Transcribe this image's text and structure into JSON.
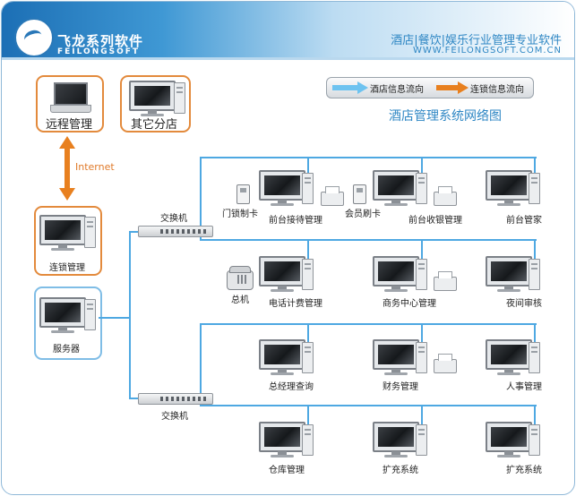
{
  "header": {
    "brand_cn": "飞龙系列软件",
    "brand_en": "FEILONGSOFT",
    "tagline": "酒店|餐饮|娱乐行业管理专业软件",
    "website": "WWW.FEILONGSOFT.COM.CN",
    "logo_icon": "dragon-logo-icon"
  },
  "legend": {
    "hotel_flow": "酒店信息流向",
    "chain_flow": "连锁信息流向",
    "hotel_flow_color": "#6ec3f0",
    "chain_flow_color": "#e8801f"
  },
  "diagram": {
    "title": "酒店管理系统网络图",
    "link_label": "Internet",
    "nodes": {
      "remote": "远程管理",
      "branch": "其它分店",
      "chain": "连锁管理",
      "server": "服务器",
      "switch_top": "交换机",
      "switch_bottom": "交换机",
      "door_card": "门锁制卡",
      "front_desk_reception": "前台接待管理",
      "member_card": "会员刷卡",
      "front_desk_cashier": "前台收银管理",
      "front_desk_housekeeping": "前台管家",
      "pbx": "总机",
      "phone_billing": "电话计费管理",
      "business_center": "商务中心管理",
      "night_audit": "夜间审核",
      "gm_query": "总经理查询",
      "finance": "财务管理",
      "hr": "人事管理",
      "warehouse": "仓库管理",
      "expansion_1": "扩充系统",
      "expansion_2": "扩充系统"
    }
  },
  "colors": {
    "wire": "#4ea8e2",
    "orange_border": "#e38a3c",
    "blue_border": "#7fbde6",
    "accent_blue": "#2f87c4"
  }
}
